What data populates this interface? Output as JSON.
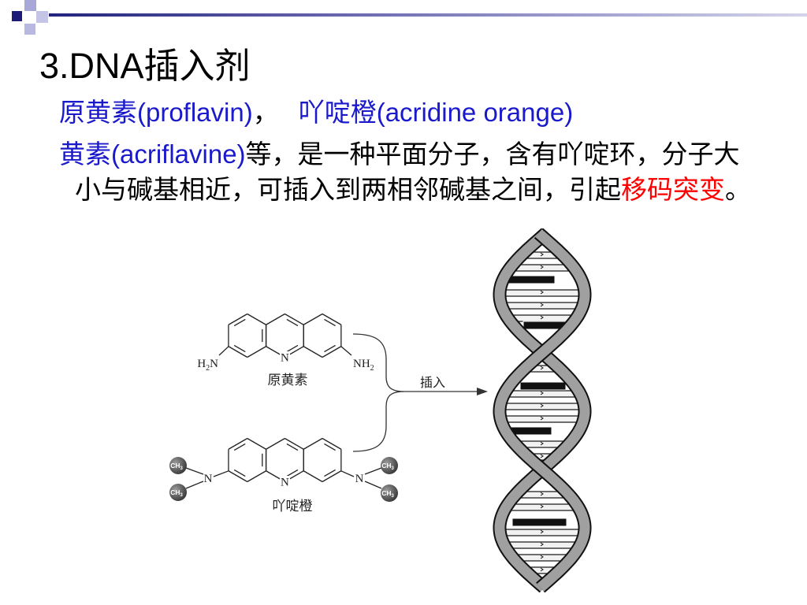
{
  "slide": {
    "title": "3.DNA插入剂",
    "colors": {
      "term_blue": "#1a1acc",
      "highlight_red": "#ff0000"
    },
    "body": {
      "line1": {
        "proflavin_cn": "原黄素",
        "proflavin_en": "(proflavin)",
        "separator": "，",
        "acridine_orange_cn": "吖啶橙",
        "acridine_orange_en": "(acridine orange)"
      },
      "line2": {
        "acriflavine_cn": "黄素",
        "acriflavine_en": "(acriflavine)",
        "text": "等，是一种平面分子，含有吖啶环，分子大"
      },
      "line3": {
        "text": "小与碱基相近，可插入到两相邻碱基之间，引起",
        "highlight": "移码突变",
        "end": "。"
      }
    },
    "diagram": {
      "proflavin": {
        "amino_left": {
          "h": "H",
          "sub": "2",
          "n": "N"
        },
        "amino_right": {
          "nh": "NH",
          "sub": "2"
        },
        "ring_nitrogen": "N",
        "label": "原黄素"
      },
      "acridine_orange": {
        "ring_nitrogen": "N",
        "amine_nitrogen": "N",
        "methyl": {
          "ch": "CH",
          "sub": "3"
        },
        "label": "吖啶橙"
      },
      "arrow_label": "插入"
    }
  }
}
